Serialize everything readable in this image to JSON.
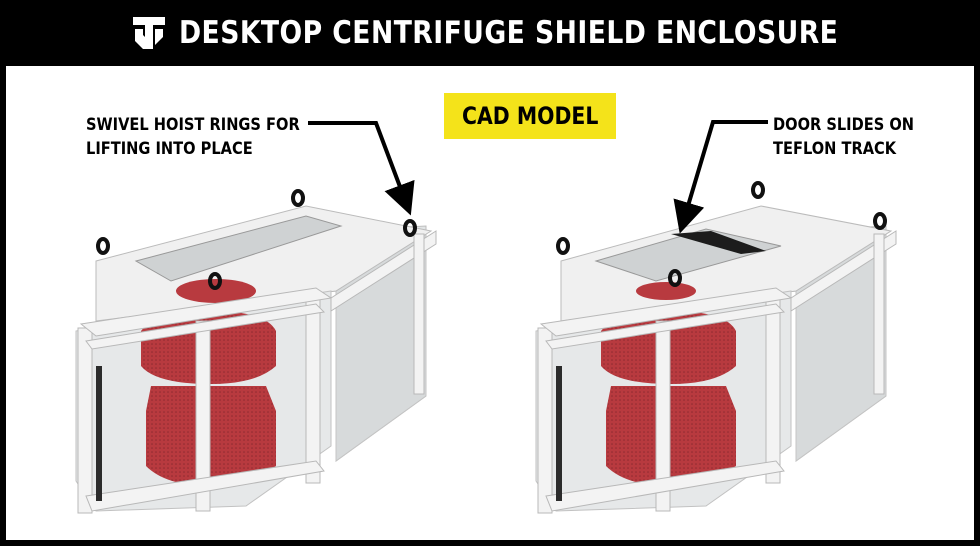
{
  "title": "DESKTOP CENTRIFUGE SHIELD ENCLOSURE",
  "badge": "CAD MODEL",
  "callouts": {
    "hoist": {
      "line1": "SWIVEL HOIST RINGS FOR",
      "line2": "LIFTING INTO PLACE"
    },
    "door": {
      "line1": "DOOR SLIDES ON",
      "line2": "TEFLON TRACK"
    }
  },
  "colors": {
    "badge": "#f4e31a",
    "frame": "#ececec",
    "glass": "#d4d7d8",
    "centrifuge": "#b83a3f",
    "background": "#000000"
  }
}
